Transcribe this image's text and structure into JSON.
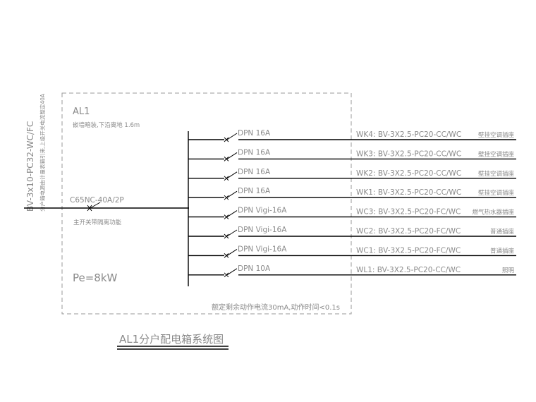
{
  "box": {
    "name": "AL1",
    "install_note": "嵌墙暗装,下沿离地  1.6m",
    "power": "Pe=8kW",
    "rcd_note": "额定剩余动作电流30mA,动作时间<0.1s"
  },
  "incoming": {
    "cable": "BV-3x10-PC32-WC/FC",
    "cable_note": "分户箱电源由计量表箱引来,上级开关电流整定40A"
  },
  "main_switch": {
    "model": "C65NC-40A/2P",
    "note": "主开关带隔离功能"
  },
  "circuits": [
    {
      "breaker": "DPN 16A",
      "cable": "WK4: BV-3X2.5-PC20-CC/WC",
      "load": "壁挂空调插座"
    },
    {
      "breaker": "DPN 16A",
      "cable": "WK3: BV-3X2.5-PC20-CC/WC",
      "load": "壁挂空调插座"
    },
    {
      "breaker": "DPN 16A",
      "cable": "WK2: BV-3X2.5-PC20-CC/WC",
      "load": "壁挂空调插座"
    },
    {
      "breaker": "DPN 16A",
      "cable": "WK1: BV-3X2.5-PC20-CC/WC",
      "load": "壁挂空调插座"
    },
    {
      "breaker": "DPN Vigi-16A",
      "cable": "WC3: BV-3X2.5-PC20-FC/WC",
      "load": "燃气热水器插座"
    },
    {
      "breaker": "DPN Vigi-16A",
      "cable": "WC2: BV-3X2.5-PC20-FC/WC",
      "load": "普通插座"
    },
    {
      "breaker": "DPN Vigi-16A",
      "cable": "WC1: BV-3X2.5-PC20-FC/WC",
      "load": "普通插座"
    },
    {
      "breaker": "DPN 10A",
      "cable": "WL1: BV-3X2.5-PC20-CC/WC",
      "load": "照明"
    }
  ],
  "title": "AL1分户配电箱系统图"
}
